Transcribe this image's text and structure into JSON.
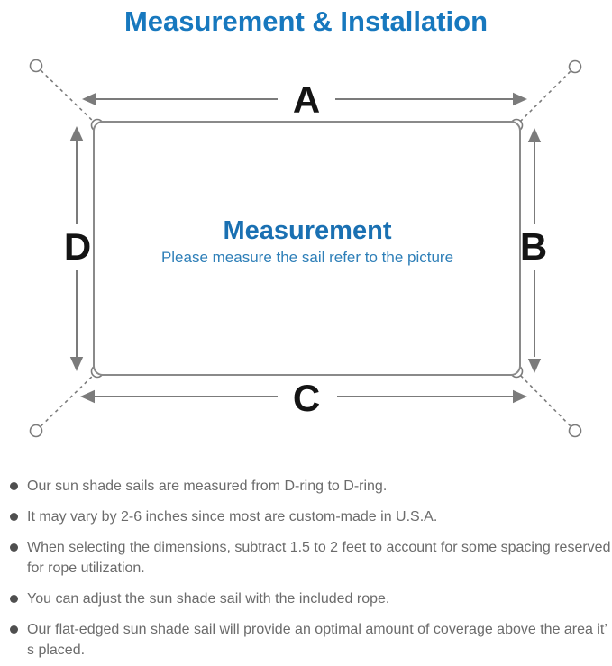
{
  "title": "Measurement & Installation",
  "diagram": {
    "label_a": "A",
    "label_b": "B",
    "label_c": "C",
    "label_d": "D",
    "center_title": "Measurement",
    "center_subtitle": "Please measure the sail refer to the picture"
  },
  "notes": [
    "Our sun shade sails are measured from D-ring to D-ring.",
    "It may vary by 2-6 inches since most are custom-made in U.S.A.",
    "When selecting the dimensions, subtract 1.5 to 2 feet to account for some spacing reserved for rope utilization.",
    "You can adjust the sun shade sail with the included rope.",
    "Our flat-edged sun shade sail will provide an optimal amount of coverage above the area it’ s placed."
  ],
  "colors": {
    "title_blue": "#1778be",
    "center_heading_blue": "#1a70b2",
    "subtitle_blue": "#2e7fb8",
    "diagram_gray": "#7b7b7b",
    "note_text_gray": "#6b6b6b",
    "dimension_letter_black": "#141414"
  }
}
